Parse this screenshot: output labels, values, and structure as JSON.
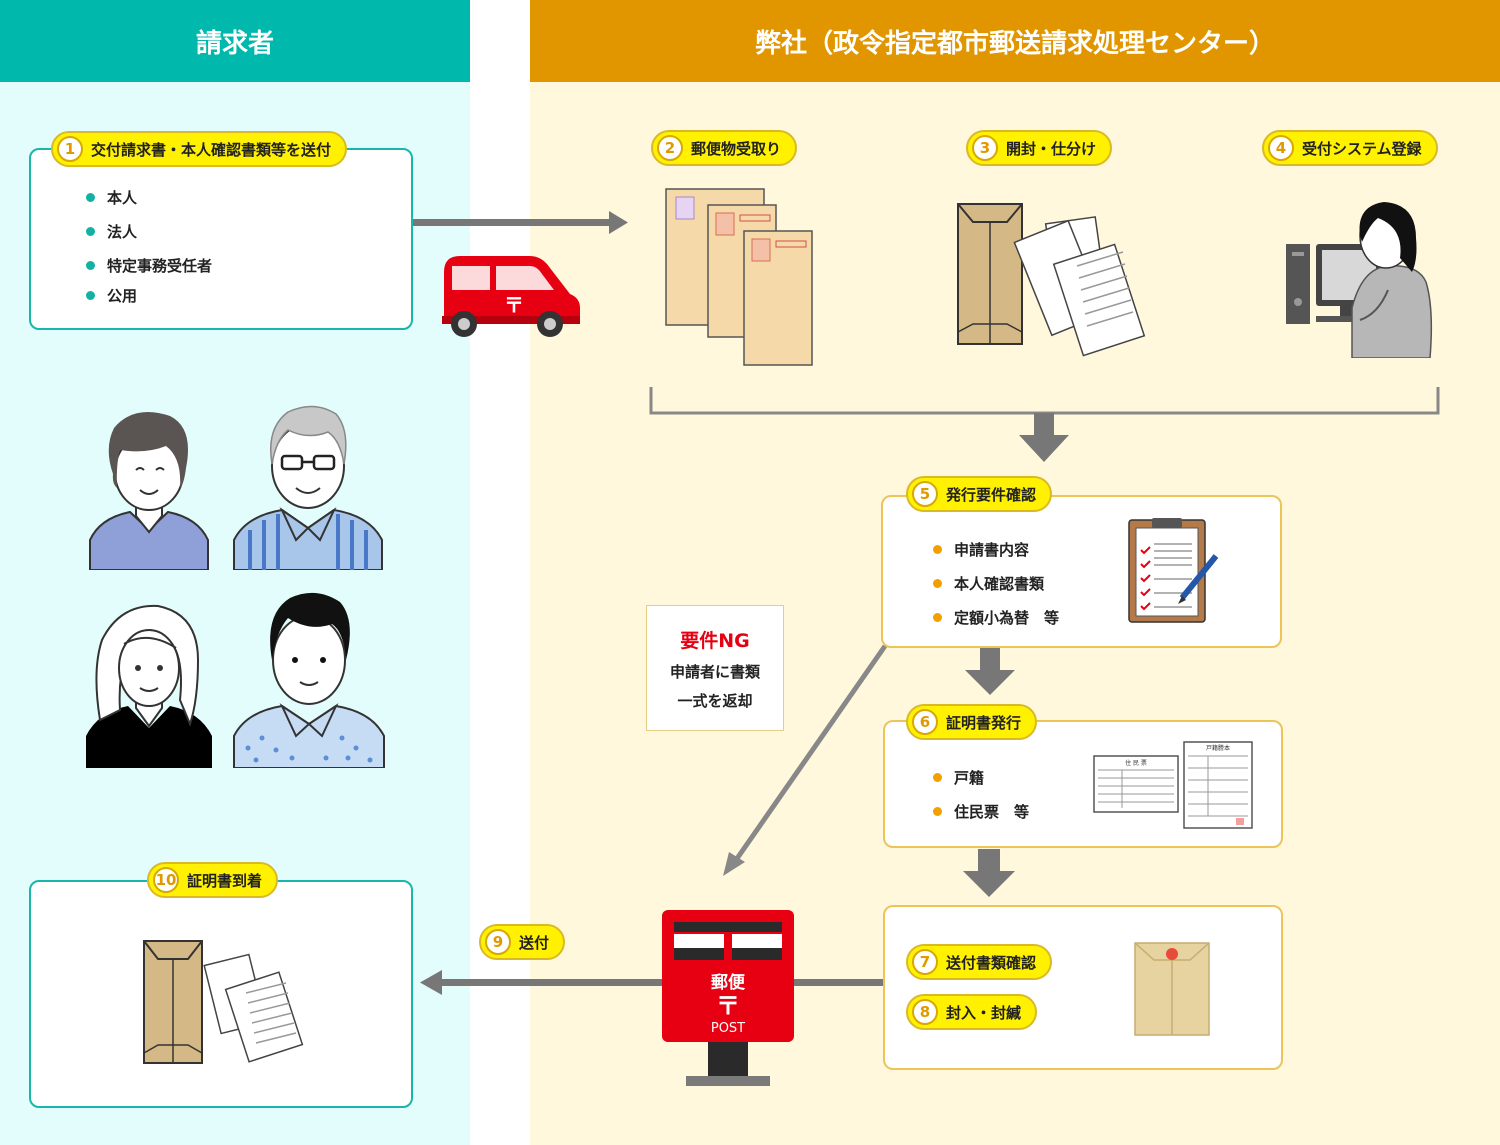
{
  "headers": {
    "left": "請求者",
    "right": "弊社（政令指定都市郵送請求処理センター）"
  },
  "steps": {
    "s1": {
      "num": "1",
      "label": "交付請求書・本人確認書類等を送付",
      "items": [
        "本人",
        "法人",
        "特定事務受任者",
        "公用"
      ]
    },
    "s2": {
      "num": "2",
      "label": "郵便物受取り"
    },
    "s3": {
      "num": "3",
      "label": "開封・仕分け"
    },
    "s4": {
      "num": "4",
      "label": "受付システム登録"
    },
    "s5": {
      "num": "5",
      "label": "発行要件確認",
      "items": [
        "申請書内容",
        "本人確認書類",
        "定額小為替　等"
      ]
    },
    "s6": {
      "num": "6",
      "label": "証明書発行",
      "items": [
        "戸籍",
        "住民票　等"
      ]
    },
    "s7": {
      "num": "7",
      "label": "送付書類確認"
    },
    "s8": {
      "num": "8",
      "label": "封入・封緘"
    },
    "s9": {
      "num": "9",
      "label": "送付"
    },
    "s10": {
      "num": "10",
      "label": "証明書到着"
    }
  },
  "ng": {
    "title": "要件NG",
    "lines": [
      "申請者に書類",
      "一式を返却"
    ]
  },
  "mailbox": {
    "top": "郵便",
    "mark": "〒",
    "bottom": "POST"
  },
  "van": {
    "mark": "〒"
  },
  "docs": {
    "juminhyo": "住 民 票",
    "koseki": "戸籍謄本"
  },
  "colors": {
    "teal": "#00b8ab",
    "gold": "#e19600",
    "pill": "#fff100",
    "ng": "#e60012",
    "post_red": "#e60012"
  }
}
